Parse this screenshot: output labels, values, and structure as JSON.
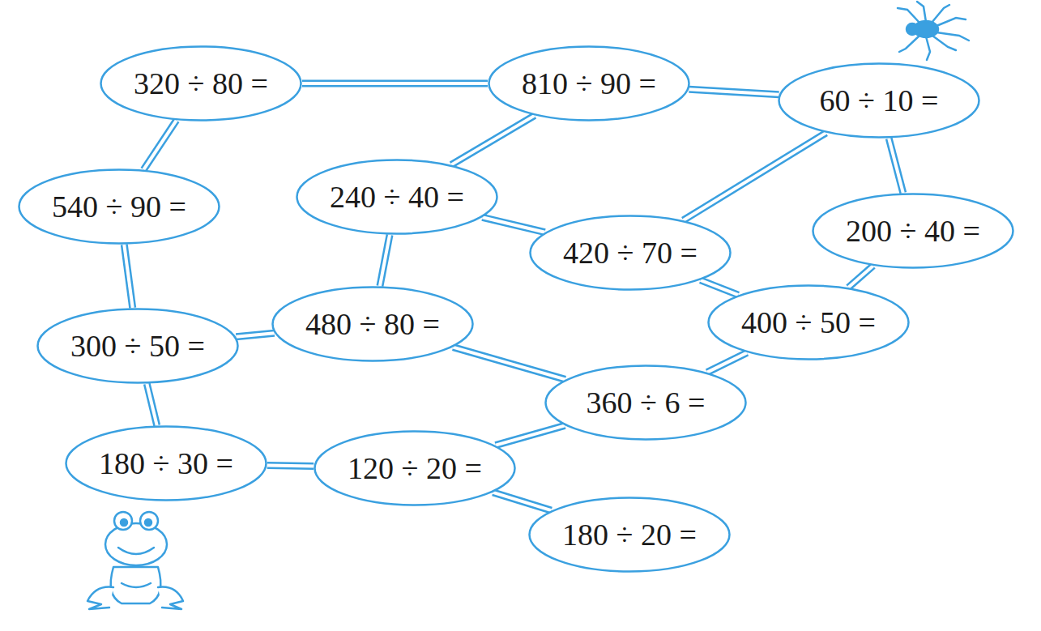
{
  "diagram": {
    "nodes": [
      {
        "text": [
          "320 ÷ 80 ="
        ]
      },
      {
        "text": [
          "810 ÷ 90 ="
        ]
      },
      {
        "text": [
          "60 ÷ 10 ="
        ]
      },
      {
        "text": [
          "540 ÷ 90 ="
        ]
      },
      {
        "text": [
          "240 ÷ 40 ="
        ]
      },
      {
        "text": [
          "200 ÷ 40 ="
        ]
      },
      {
        "text": [
          "420 ÷ 70 ="
        ]
      },
      {
        "text": [
          "400 ÷ 50 ="
        ]
      },
      {
        "text": [
          "300 ÷ 50 ="
        ]
      },
      {
        "text": [
          "480 ÷ 80 ="
        ]
      },
      {
        "text": [
          "360 ÷ 6 ="
        ]
      },
      {
        "text": [
          "180 ÷ 30 ="
        ]
      },
      {
        "text": [
          "120 ÷ 20 ="
        ]
      },
      {
        "text": [
          "180 ÷ 20 ="
        ]
      }
    ],
    "edges": [
      {
        "from": 0,
        "to": 1,
        "arrow": "none"
      },
      {
        "from": 1,
        "to": 2,
        "arrow": "none"
      },
      {
        "from": 0,
        "to": 3,
        "arrow": "none"
      },
      {
        "from": 1,
        "to": 4,
        "arrow": "none"
      },
      {
        "from": 4,
        "to": 6,
        "arrow": "none"
      },
      {
        "from": 2,
        "to": 6,
        "arrow": "none"
      },
      {
        "from": 2,
        "to": 5,
        "arrow": "none"
      },
      {
        "from": 5,
        "to": 7,
        "arrow": "none"
      },
      {
        "from": 6,
        "to": 7,
        "arrow": "none"
      },
      {
        "from": 3,
        "to": 8,
        "arrow": "none"
      },
      {
        "from": 8,
        "to": 9,
        "arrow": "none"
      },
      {
        "from": 4,
        "to": 9,
        "arrow": "none"
      },
      {
        "from": 9,
        "to": 10,
        "arrow": "none"
      },
      {
        "from": 7,
        "to": 10,
        "arrow": "none"
      },
      {
        "from": 8,
        "to": 11,
        "arrow": "none"
      },
      {
        "from": 11,
        "to": 12,
        "arrow": "none"
      },
      {
        "from": 12,
        "to": 10,
        "arrow": "none"
      },
      {
        "from": 12,
        "to": 13,
        "arrow": "none"
      }
    ]
  }
}
